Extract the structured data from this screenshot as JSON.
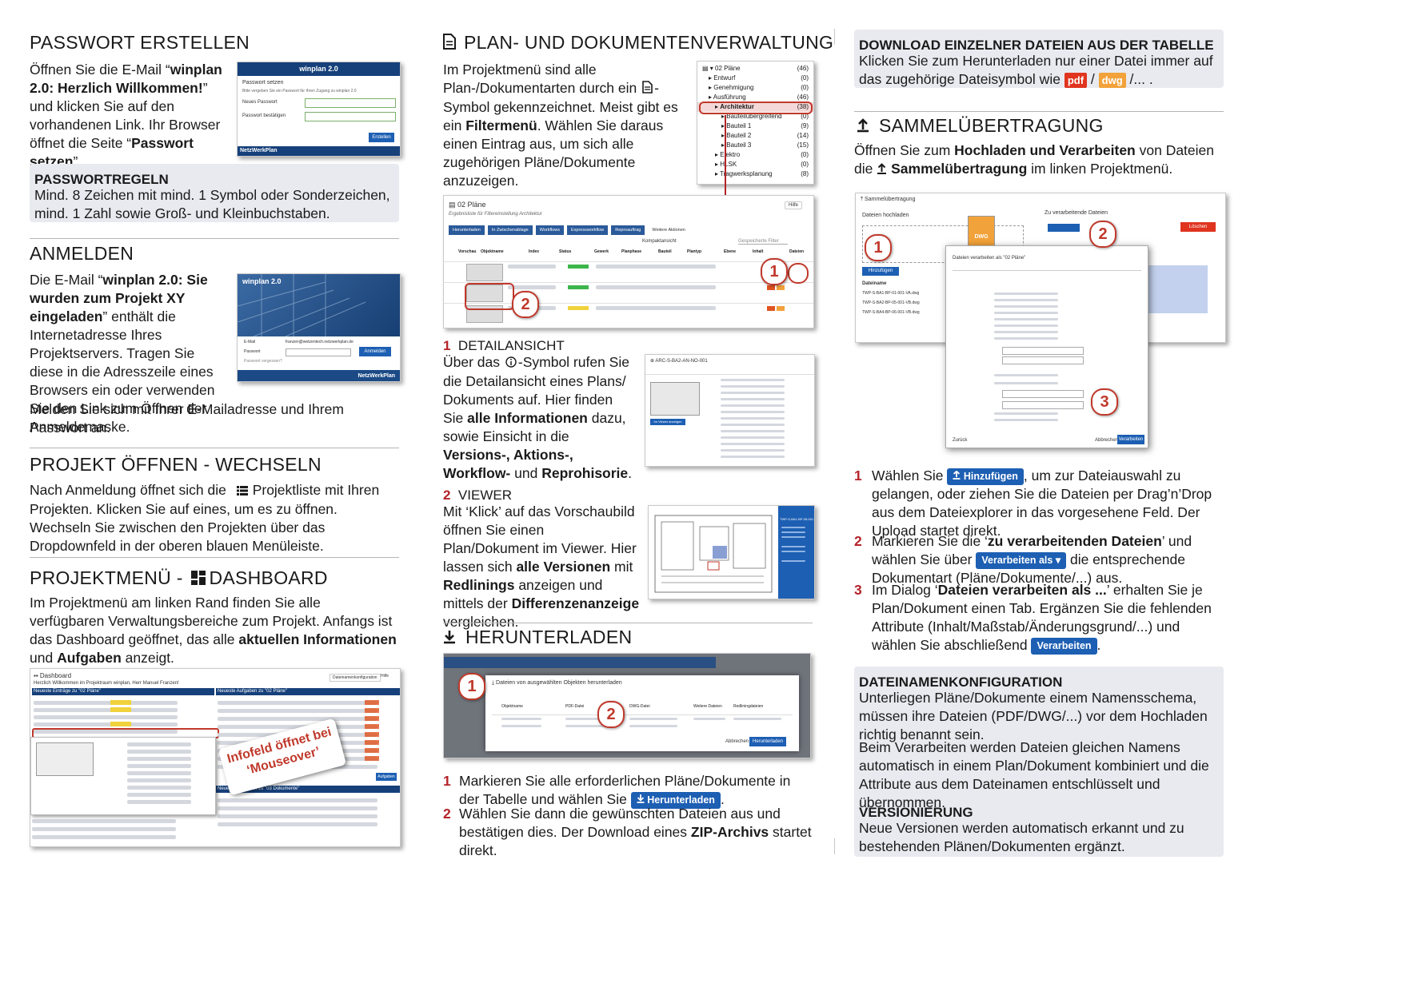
{
  "col1": {
    "passwort": {
      "heading": "PASSWORT ERSTELLEN",
      "t1": "Öffnen Sie die E-Mail “",
      "b1": "winplan 2.0: Herzlich Willkommen!",
      "t2": "” und klicken Sie auf den vorhandenen Link. Ihr Browser öffnet die Seite “",
      "b2": "Passwort setzen",
      "t3": "”.",
      "shot": {
        "brand": "winplan 2.0",
        "title": "Passwort setzen",
        "hint": "Bitte vergeben Sie ein Passwort für Ihren Zugang zu winplan 2.0",
        "label1": "Neues Passwort",
        "label2": "Passwort bestätigen",
        "button": "Erstellen",
        "footer": "NetzWerkPlan"
      }
    },
    "regeln": {
      "title": "PASSWORTREGELN",
      "text": "Mind. 8 Zeichen mit mind. 1 Symbol oder Sonderzeichen, mind. 1 Zahl sowie Groß- und Kleinbuchstaben."
    },
    "anmelden": {
      "heading": "ANMELDEN",
      "t1": "Die E-Mail “",
      "b1": "winplan 2.0: Sie wurden zum Projekt XY eingeladen",
      "t2": "” enthält die Internetadresse Ihres Projektservers. Tragen Sie diese in die Adresszeile eines Browsers ein oder verwenden Sie den Link zum Öffnen der Anmeldemaske.",
      "t3": "Melden Sie sich mit Ihrer E-Mailadresse und Ihrem Passwort an.",
      "shot": {
        "brand": "winplan 2.0",
        "label1": "E-Mail",
        "email": "franzen@wetzentech.netzwerkplan.de",
        "label2": "Passwort",
        "forgot": "Passwort vergessen?",
        "button": "Anmelden",
        "footer": "NetzWerkPlan"
      }
    },
    "projekt": {
      "heading": "PROJEKT ÖFFNEN - WECHSELN",
      "t1": "Nach Anmeldung öffnet sich die",
      "t2": "Projektliste mit Ihren Projekten. Klicken Sie auf eines, um es zu öffnen. Wechseln Sie zwischen den Projekten über das Dropdownfeld in der oberen blauen Menüleiste."
    },
    "menue": {
      "heading_a": "PROJEKTMENÜ -",
      "heading_b": "DASHBOARD",
      "t1": "Im Projektmenü am linken Rand finden Sie alle verfügbaren Verwaltungsbereiche zum Projekt. Anfangs ist das Dashboard geöffnet, das alle ",
      "b1": "aktuellen Informationen",
      "t2": " und ",
      "b2": "Aufgaben",
      "t3": " anzeigt.",
      "shot": {
        "title": "Dashboard",
        "welcome": "Herzlich Willkommen im Projektraum winplan, Herr Manuel Franzen!",
        "panel1": "Neueste Einträge zu \"02 Pläne\"",
        "panel2": "Neueste Aufgaben zu \"02 Pläne\"",
        "panel3": "Neueste Aufgaben zu \"03 Dokumente\"",
        "config": "Dateinamenkonfiguration",
        "help": "Hilfe",
        "tasks_btn": "Aufgaben",
        "callout": "Infofeld öffnet bei ‘Mouseover’"
      }
    }
  },
  "col2": {
    "plan": {
      "heading": "PLAN- UND DOKUMENTENVERWALTUNG",
      "t1": "Im Projektmenü sind alle Plan-/Dokumentarten durch ein",
      "t2": "-Symbol gekennzeichnet. Meist gibt es ein ",
      "b1": "Filtermenü",
      "t3": ". Wählen Sie daraus einen Eintrag aus, um sich alle zugehörigen Pläne/Dokumente anzuzeigen.",
      "tree": [
        {
          "label": "02 Pläne",
          "count": "(46)"
        },
        {
          "label": "Entwurf",
          "count": "(0)"
        },
        {
          "label": "Genehmigung",
          "count": "(0)"
        },
        {
          "label": "Ausführung",
          "count": "(46)"
        },
        {
          "label": "Architektur",
          "count": "(38)"
        },
        {
          "label": "Bauteilübergreifend",
          "count": "(0)"
        },
        {
          "label": "Bauteil 1",
          "count": "(9)"
        },
        {
          "label": "Bauteil 2",
          "count": "(14)"
        },
        {
          "label": "Bauteil 3",
          "count": "(15)"
        },
        {
          "label": "Elektro",
          "count": "(0)"
        },
        {
          "label": "HLSK",
          "count": "(0)"
        },
        {
          "label": "Tragwerksplanung",
          "count": "(8)"
        }
      ],
      "list": {
        "title": "02 Pläne",
        "subtitle": "Ergebnisliste für Filtereinstellung Architektur",
        "help": "Hilfe",
        "toolbar": [
          "Herunterladen",
          "In Zwischenablage",
          "Workflows",
          "Expressworkflow",
          "Reproauftrag",
          "Weitere Aktionen"
        ],
        "compact": "Kompaktansicht",
        "search": "Gespeicherte Filter",
        "columns": [
          "Vorschau",
          "Objektname",
          "Index",
          "Status",
          "Gewerk",
          "Planphase",
          "Bauteil",
          "Plantyp",
          "Ebene",
          "Inhalt",
          "Dateien"
        ]
      }
    },
    "detail": {
      "num": "1",
      "heading": "DETAILANSICHT",
      "t1": "Über das",
      "t2": "-Symbol rufen Sie die Detailansicht eines Plans/ Dokuments auf. Hier finden Sie ",
      "b1": "alle Informationen",
      "t3": " dazu, sowie Einsicht in die ",
      "b2": "Versions-, Aktions-, Workflow-",
      "t4": " und ",
      "b3": "Reprohisorie",
      "t5": ".",
      "shot_title": "ARC-S-BA2-AN-NO-001",
      "viewer_btn": "Im Viewer anzeigen"
    },
    "viewer": {
      "num": "2",
      "heading": "VIEWER",
      "t1": "Mit ‘Klick’ auf das Vorschaubild öffnen Sie einen Plan/Dokument im Viewer. Hier lassen sich ",
      "b1": "alle Versionen",
      "t2": " mit ",
      "b2": "Redlinings",
      "t3": " anzeigen und mittels der ",
      "b3": "Differenzenanzeige",
      "t4": " vergleichen.",
      "shot_title": "TWP-S-BA1-BP-05-001"
    },
    "download": {
      "heading": "HERUNTERLADEN",
      "dialog_title": "Dateien von ausgewählten Objekten herunterladen",
      "cols": [
        "Objektname",
        "PDF-Datei",
        "DWG-Datei",
        "Weitere Dateien",
        "Redliningdateien"
      ],
      "cancel": "Abbrechen",
      "ok": "Herunterladen",
      "steps": [
        {
          "num": "1",
          "t1": "Markieren Sie alle erforderlichen Pläne/Dokumente in der Tabelle und wählen Sie",
          "btn": "Herunterladen",
          "t2": "."
        },
        {
          "num": "2",
          "t1": "Wählen Sie dann die gewünschten Dateien aus und bestätigen dies. Der Download eines ",
          "b": "ZIP-Archivs",
          "t2": " startet direkt."
        }
      ]
    }
  },
  "col3": {
    "einzel": {
      "title": "DOWNLOAD EINZELNER DATEIEN AUS DER TABELLE",
      "t1": "Klicken Sie zum Herunterladen nur einer Datei immer auf das zugehörige Dateisymbol wie",
      "pdf": "pdf",
      "sep": "/",
      "dwg": "dwg",
      "t2": "/... ."
    },
    "sammel": {
      "heading": "SAMMELÜBERTRAGUNG",
      "t1": "Öffnen Sie zum ",
      "b1": "Hochladen und Verarbeiten",
      "t2": " von Dateien die",
      "b2": "Sammelübertragung",
      "t3": " im linken Projektmenü.",
      "shot": {
        "title": "Sammelübertragung",
        "upload": "Dateien hochladen",
        "process": "Zu verarbeitende Dateien",
        "dialog": "Dateien verarbeiten als \"02 Pläne\"",
        "add": "Hinzufügen",
        "filename": "Dateiname",
        "delete": "Löschen",
        "back": "Zurück",
        "cancel": "Abbrechen",
        "process_btn": "Verarbeiten",
        "files": [
          "TWP-S-BA1-BP-01-001-VA.dwg",
          "TWP-S-BA2-BP-05-001-VB.dwg",
          "TWP-S-BA4-BP-06-001-VB.dwg"
        ]
      },
      "steps": [
        {
          "num": "1",
          "t1": "Wählen Sie",
          "btn": "Hinzufügen",
          "t2": ", um zur Dateiauswahl zu gelangen, oder ziehen Sie die Dateien per Drag’n’Drop aus dem Dateiexplorer in das vorgesehene Feld. Der Upload startet direkt."
        },
        {
          "num": "2",
          "t1": "Markieren Sie die ‘",
          "b": "zu verarbeitenden Dateien",
          "t2": "’ und wählen Sie über",
          "btn": "Verarbeiten als",
          "t3": "die entsprechende Dokumentart (Pläne/Dokumente/...) aus."
        },
        {
          "num": "3",
          "t1": "Im Dialog ‘",
          "b": "Dateien verarbeiten als ...",
          "t2": "’ erhalten Sie je Plan/Dokument einen Tab. Ergänzen Sie die fehlenden Attribute (Inhalt/Maßstab/Änderungsgrund/...) und wählen Sie abschließend",
          "btn": "Verarbeiten",
          "t3": "."
        }
      ]
    },
    "konfig": {
      "title": "DATEINAMENKONFIGURATION",
      "t1": "Unterliegen Pläne/Dokumente einem Namensschema, müssen ihre Dateien (PDF/DWG/...) vor dem Hochladen richtig benannt sein.",
      "t2": "Beim Verarbeiten werden Dateien gleichen Namens automatisch in einem Plan/Dokument kombiniert und die Attribute aus dem Dateinamen entschlüsselt und übernommen.",
      "title2": "VERSIONIERUNG",
      "t3": "Neue Versionen werden automatisch erkannt und zu bestehenden Plänen/Dokumenten ergänzt."
    }
  }
}
